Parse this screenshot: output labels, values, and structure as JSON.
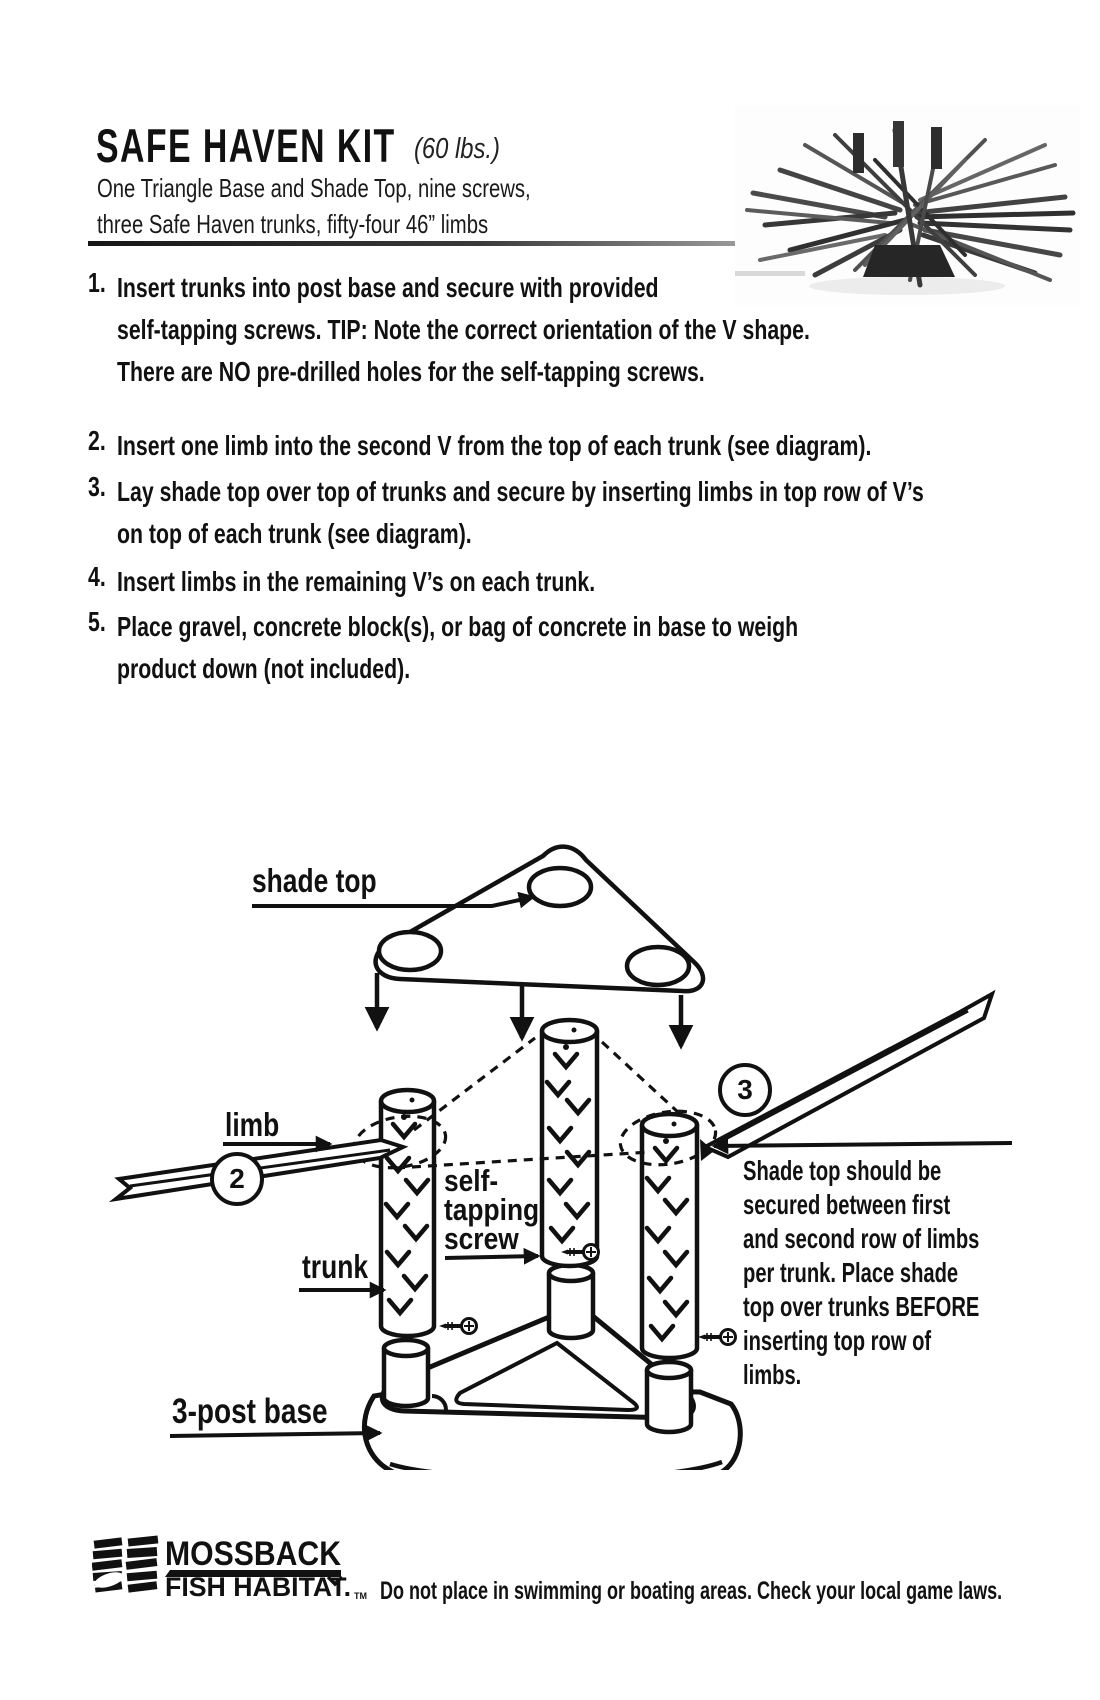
{
  "header": {
    "title": "SAFE HAVEN KIT",
    "weight_note": "(60 lbs.)",
    "subtitle": "One Triangle Base and Shade Top, nine screws,\nthree Safe Haven trunks, fifty-four 46” limbs"
  },
  "instructions": [
    {
      "num": "1.",
      "text": "Insert trunks into post base and secure with provided\nself-tapping screws. TIP: Note the correct orientation of the V shape.\nThere are NO pre-drilled holes for the self-tapping screws."
    },
    {
      "num": "2.",
      "text": "Insert one limb into the second V from the top of each trunk (see diagram)."
    },
    {
      "num": "3.",
      "text": "Lay shade top over top of trunks and secure by inserting limbs in top row of V’s\non top of each trunk (see diagram)."
    },
    {
      "num": "4.",
      "text": "Insert limbs in the remaining V’s on each trunk."
    },
    {
      "num": "5.",
      "text": "Place gravel, concrete block(s), or bag of concrete in base to weigh\nproduct down (not included)."
    }
  ],
  "diagram": {
    "labels": {
      "shade_top": "shade top",
      "limb": "limb",
      "trunk": "trunk",
      "self_tapping_screw": "self-\ntapping\nscrew",
      "post_base": "3-post base",
      "step2": "2",
      "step3": "3"
    },
    "note": "Shade top should be\nsecured between first\nand second row of limbs\nper trunk. Place shade\ntop over trunks BEFORE\ninserting top row of\nlimbs."
  },
  "footer": {
    "brand_line1": "MOSSBACK",
    "brand_line2": "FISH HABITAT.",
    "trademark": "TM",
    "warning": "Do not place in swimming or boating areas. Check your local game laws."
  },
  "colors": {
    "ink": "#111111",
    "photo_rod_dark": "#2e2e2e",
    "photo_rod_light": "#6a6a6a"
  }
}
